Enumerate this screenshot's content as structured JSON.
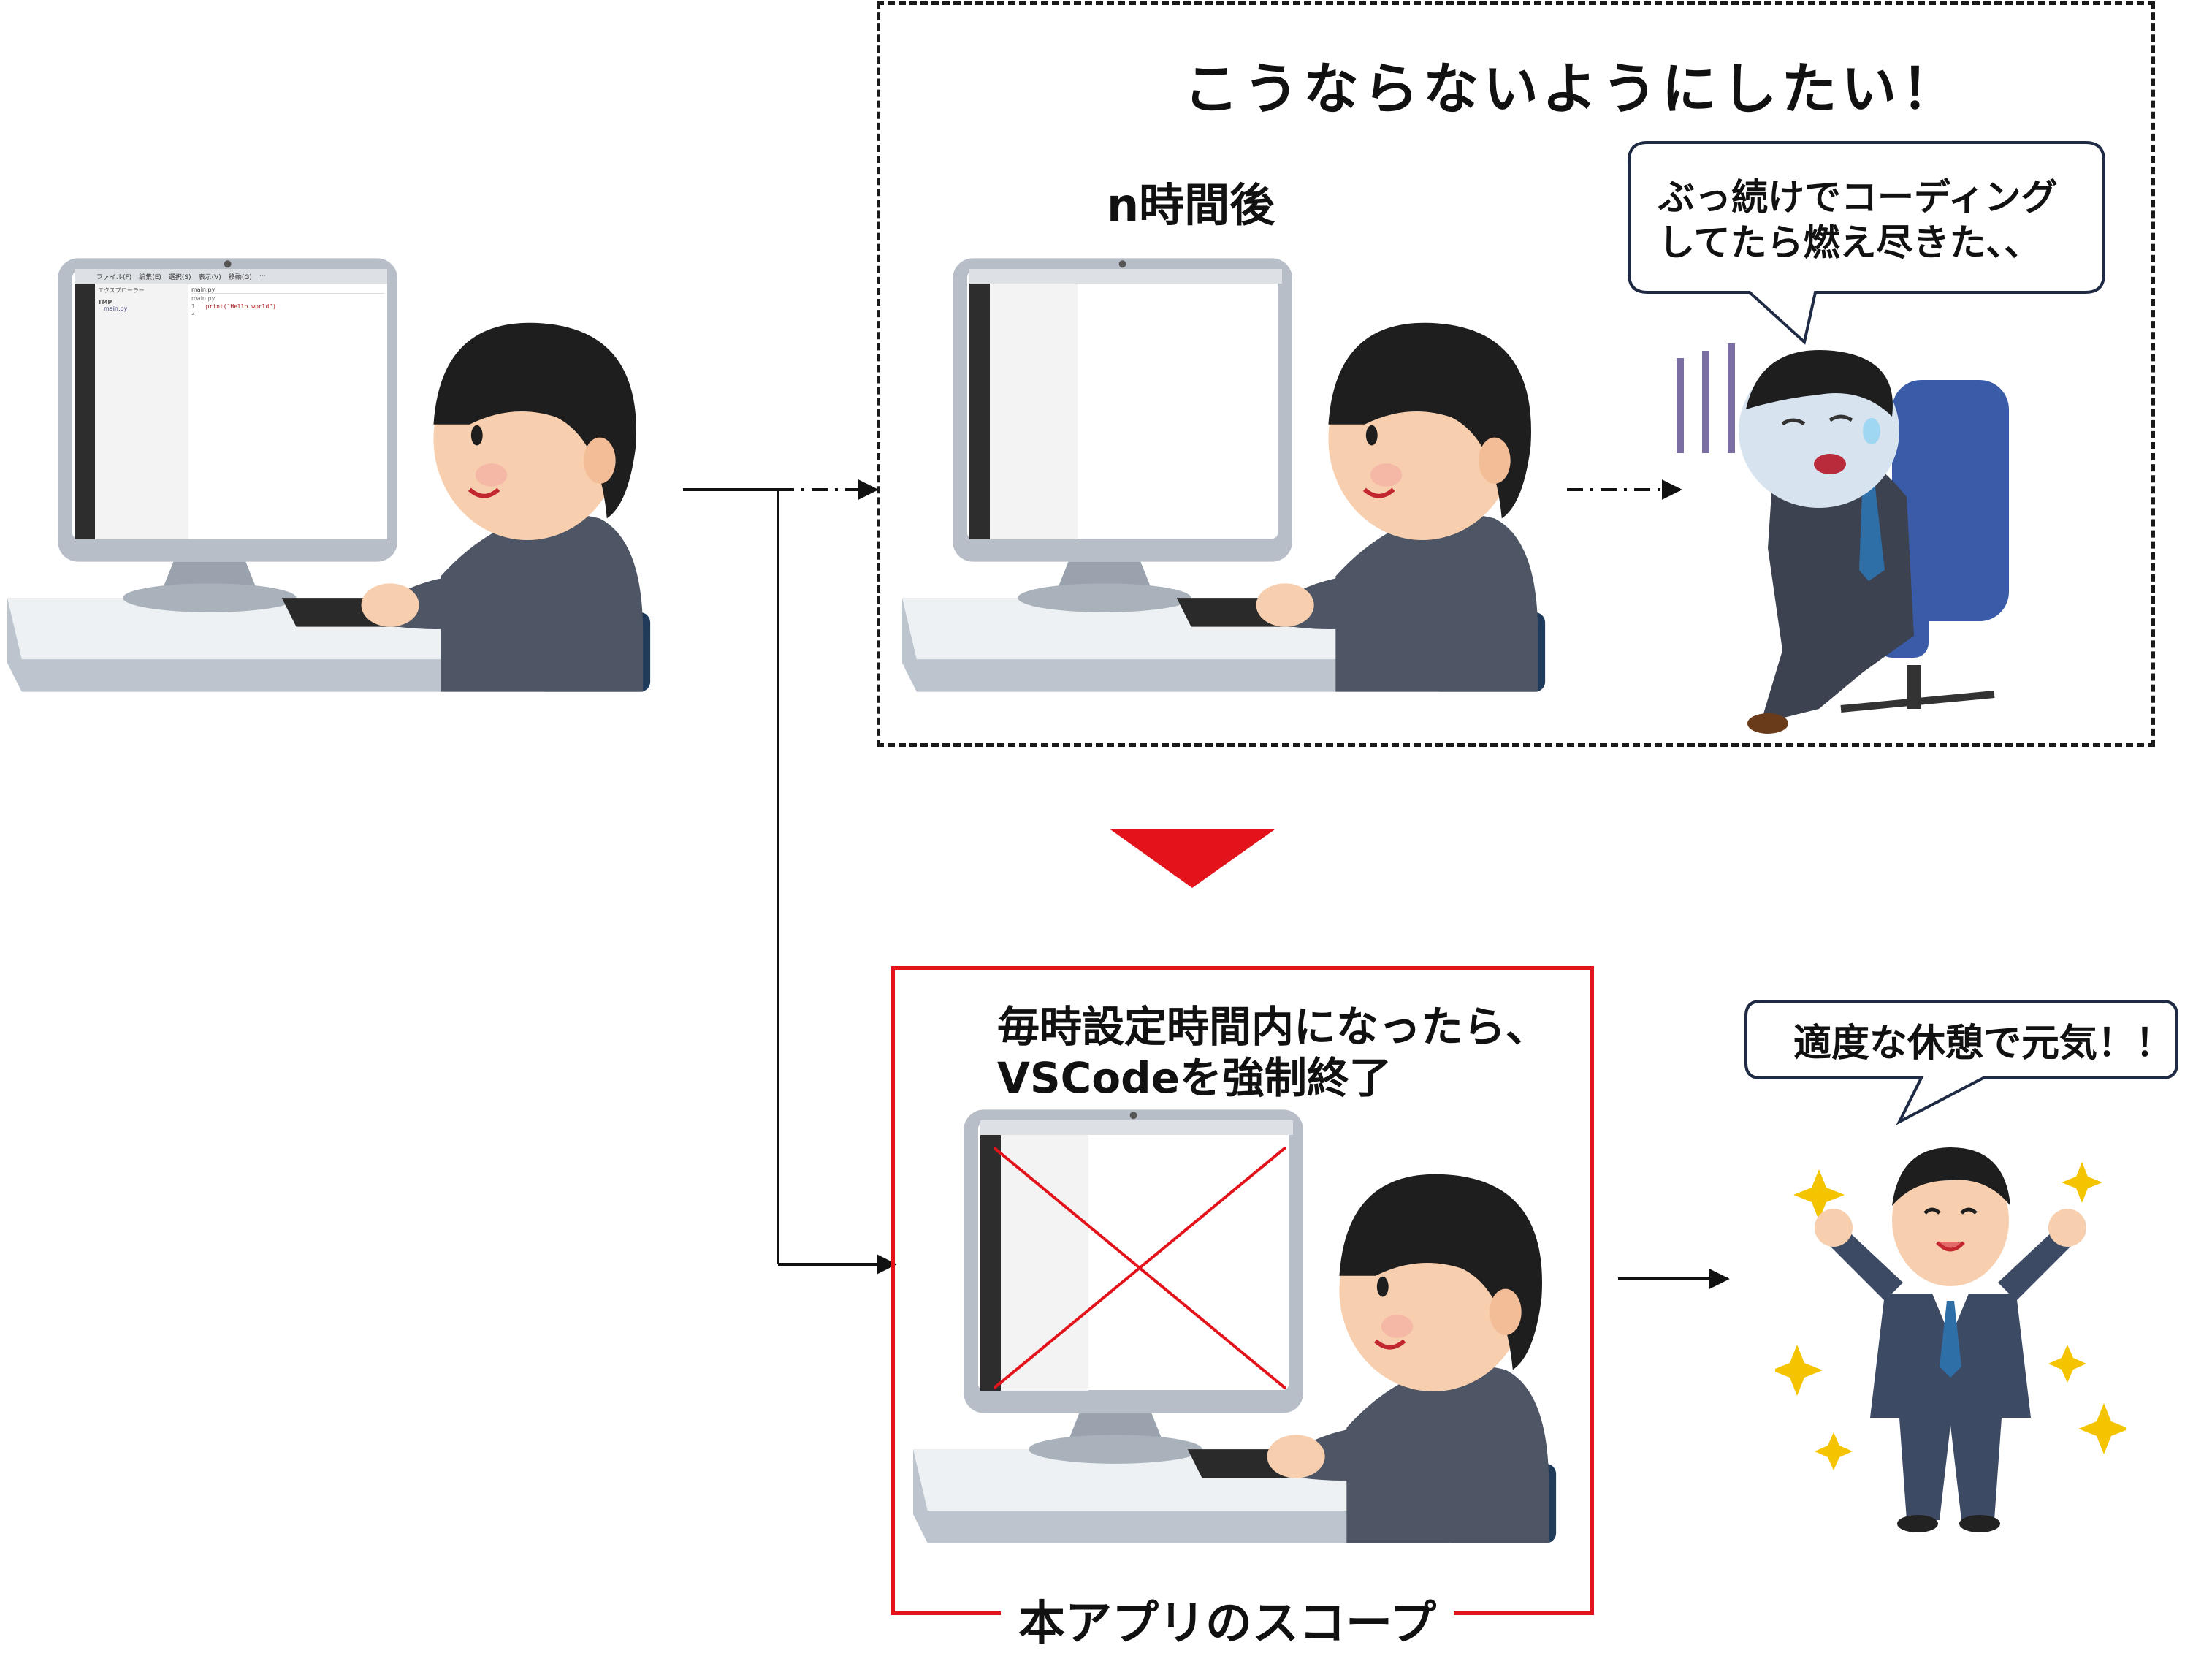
{
  "top_panel": {
    "heading": "こうならないようにしたい！",
    "time_label": "n時間後",
    "speech_line1": "ぶっ続けでコーディング",
    "speech_line2": "してたら燃え尽きた、、"
  },
  "scope_panel": {
    "caption_line1": "毎時設定時間内になったら、",
    "caption_line2": "VSCodeを強制終了",
    "scope_label": "本アプリのスコープ"
  },
  "right_speech": "適度な休憩で元気！！",
  "editor": {
    "menu": [
      "ファイル(F)",
      "編集(E)",
      "選択(S)",
      "表示(V)",
      "移動(G)",
      "···"
    ],
    "explorer_title": "エクスプローラー",
    "folder": "TMP",
    "file": "main.py",
    "tab": "main.py",
    "breadcrumb": "main.py",
    "line1_num": "1",
    "line2_num": "2",
    "code": "print(\"Hello wprld\")"
  },
  "colors": {
    "accent_red": "#e3131b",
    "scope_border": "#e3131b",
    "dashed_border": "#1a1a1a",
    "suit": "#3d4a63",
    "hair": "#1e1e1e"
  }
}
